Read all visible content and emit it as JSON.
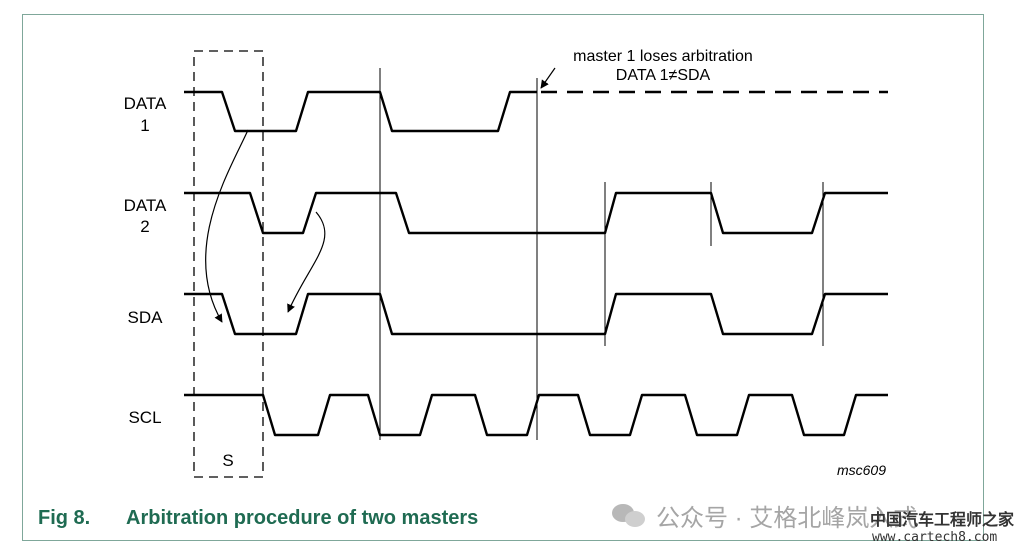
{
  "signals": {
    "data1": [
      "DATA",
      "1"
    ],
    "data2": [
      "DATA",
      "2"
    ],
    "sda": "SDA",
    "scl": "SCL"
  },
  "start_label": "S",
  "annotation": {
    "line1": "master 1 loses arbitration",
    "line2": "DATA 1≠SDA"
  },
  "diagram_id": "msc609",
  "caption": {
    "number": "Fig 8.",
    "title": "Arbitration procedure of two masters"
  },
  "watermark": {
    "account": "公众号 · 艾格北峰岚入式",
    "logo": "中国汽车工程师之家",
    "url": "www.cartech8.com"
  },
  "colors": {
    "caption": "#1f6b52",
    "frame": "#7fa79a",
    "watermark": "#a5a5a5"
  }
}
